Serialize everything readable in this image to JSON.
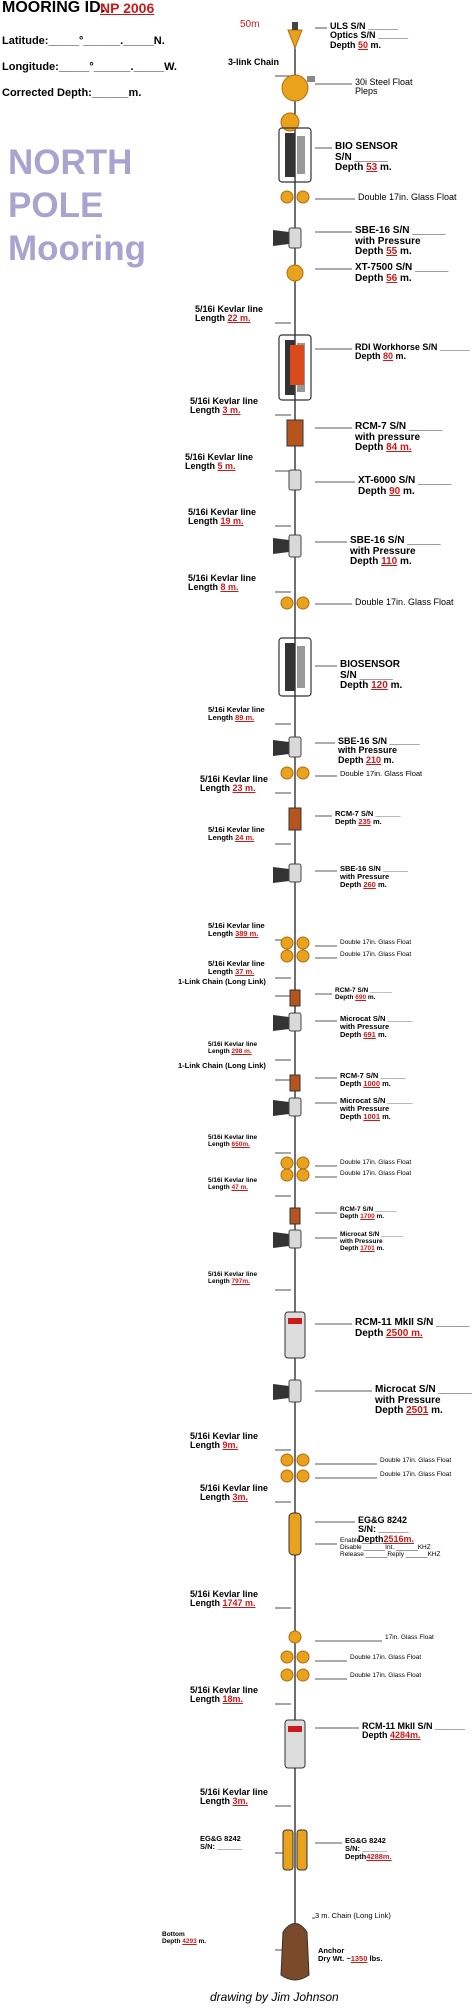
{
  "header": {
    "mooring_id_label": "MOORING ID:",
    "mooring_id_value": "NP 2006",
    "latitude_label": "Latitude:_____°______._____N.",
    "longitude_label": "Longitude:_____°______._____W.",
    "depth_label": "Corrected Depth:______m."
  },
  "title": {
    "line1": "NORTH",
    "line2": "POLE",
    "line3": "Mooring"
  },
  "top_depth": "50m",
  "items": [
    {
      "t1": "ULS S/N ______",
      "t2": "Optics S/N ______",
      "t3": "Depth ",
      "v": "50",
      "u": " m."
    },
    {
      "t1": "3-link Chain"
    },
    {
      "t1": "30i Steel Float",
      "t2": "Pleps"
    },
    {
      "t1": "BIO SENSOR",
      "t2": "S/N ______",
      "t3": "Depth ",
      "v": "53",
      "u": " m."
    },
    {
      "t1": "Double 17in. Glass Float"
    },
    {
      "t1": "SBE-16 S/N ______",
      "t2": "with Pressure",
      "t3": "Depth ",
      "v": "55",
      "u": " m."
    },
    {
      "t1": "XT-7500 S/N ______",
      "t3": "Depth ",
      "v": "56",
      "u": " m."
    },
    {
      "t1": "5/16i Kevlar line",
      "t3": "Length ",
      "v": "22 m."
    },
    {
      "t1": "RDI Workhorse S/N ______",
      "t3": "Depth ",
      "v": "80",
      "u": " m."
    },
    {
      "t1": "5/16i Kevlar line",
      "t3": "Length ",
      "v": "3 m."
    },
    {
      "t1": "RCM-7 S/N ______",
      "t2": "with pressure",
      "t3": "Depth ",
      "v": "84 m."
    },
    {
      "t1": "5/16i Kevlar line",
      "t3": "Length ",
      "v": "5 m."
    },
    {
      "t1": "XT-6000 S/N ______",
      "t3": "Depth ",
      "v": "90",
      "u": " m."
    },
    {
      "t1": "5/16i Kevlar line",
      "t3": "Length ",
      "v": "19 m."
    },
    {
      "t1": "SBE-16 S/N ______",
      "t2": "with Pressure",
      "t3": "Depth ",
      "v": "110",
      "u": " m."
    },
    {
      "t1": "5/16i Kevlar line",
      "t3": "Length ",
      "v": "8 m."
    },
    {
      "t1": "Double 17in. Glass Float"
    },
    {
      "t1": "BIOSENSOR",
      "t2": "S/N ______",
      "t3": "Depth ",
      "v": "120",
      "u": " m."
    },
    {
      "t1": "5/16i Kevlar line",
      "t3": "Length ",
      "v": "89 m."
    },
    {
      "t1": "SBE-16 S/N ______",
      "t2": "with Pressure",
      "t3": "Depth ",
      "v": "210",
      "u": " m."
    },
    {
      "t1": "5/16i Kevlar line",
      "t3": "Length ",
      "v": "23 m."
    },
    {
      "t1": "Double 17in. Glass Float"
    },
    {
      "t1": "5/16i Kevlar line",
      "t3": "Length ",
      "v": "24 m."
    },
    {
      "t1": "RCM-7 S/N ______",
      "t3": "Depth ",
      "v": "235",
      "u": " m."
    },
    {
      "t1": "SBE-16 S/N ______",
      "t2": "with Pressure",
      "t3": "Depth ",
      "v": "260",
      "u": " m."
    },
    {
      "t1": "5/16i Kevlar line",
      "t3": "Length ",
      "v": "389 m."
    },
    {
      "t1": "Double 17in. Glass Float"
    },
    {
      "t1": "Double 17in. Glass Float"
    },
    {
      "t1": "5/16i Kevlar line",
      "t3": "Length ",
      "v": "37 m."
    },
    {
      "t1": "1-Link Chain (Long Link)"
    },
    {
      "t1": "RCM-7 S/N ______",
      "t3": "Depth ",
      "v": "690",
      "u": " m."
    },
    {
      "t1": "Microcat S/N ______",
      "t2": "with Pressure",
      "t3": "Depth ",
      "v": "691",
      "u": " m."
    },
    {
      "t1": "5/16i Kevlar line",
      "t3": "Length ",
      "v": "298 m."
    },
    {
      "t1": "1-Link Chain (Long Link)"
    },
    {
      "t1": "RCM-7 S/N ______",
      "t3": "Depth ",
      "v": "1000",
      "u": " m."
    },
    {
      "t1": "Microcat S/N ______",
      "t2": "with Pressure",
      "t3": "Depth ",
      "v": "1001",
      "u": " m."
    },
    {
      "t1": "5/16i Kevlar line",
      "t3": "Length ",
      "v": "650m."
    },
    {
      "t1": "Double 17in. Glass Float"
    },
    {
      "t1": "Double 17in. Glass Float"
    },
    {
      "t1": "5/16i Kevlar line",
      "t3": "Length ",
      "v": "47 m."
    },
    {
      "t1": "RCM-7 S/N ______",
      "t3": "Depth ",
      "v": "1700",
      "u": " m."
    },
    {
      "t1": "Microcat S/N ______",
      "t2": "with Pressure",
      "t3": "Depth ",
      "v": "1701",
      "u": " m."
    },
    {
      "t1": "5/16i Kevlar line",
      "t3": "Length ",
      "v": "797m."
    },
    {
      "t1": "RCM-11 MkII S/N ______",
      "t3": "Depth ",
      "v": "2500 m."
    },
    {
      "t1": "Microcat S/N ______",
      "t2": "with Pressure",
      "t3": "Depth ",
      "v": "2501",
      "u": " m."
    },
    {
      "t1": "5/16i Kevlar line",
      "t3": "Length ",
      "v": "9m."
    },
    {
      "t1": "Double 17in. Glass Float"
    },
    {
      "t1": "Double 17in. Glass Float"
    },
    {
      "t1": "5/16i Kevlar line",
      "t3": "Length ",
      "v": "3m."
    },
    {
      "t1": "EG&G 8242",
      "t2": "S/N: ______",
      "t3": "Depth",
      "v": "2516m."
    },
    {
      "t1": "Enable ______",
      "t2": "Disable ______Int. ______KHZ",
      "t3": "Release ______Reply ______KHZ"
    },
    {
      "t1": "5/16i Kevlar line",
      "t3": "Length ",
      "v": "1747 m."
    },
    {
      "t1": "17in. Glass Float"
    },
    {
      "t1": "Double 17in. Glass Float"
    },
    {
      "t1": "Double 17in. Glass Float"
    },
    {
      "t1": "5/16i Kevlar line",
      "t3": "Length ",
      "v": "18m."
    },
    {
      "t1": "RCM-11 MkII S/N ______",
      "t3": "Depth ",
      "v": "4284m."
    },
    {
      "t1": "5/16i Kevlar line",
      "t3": "Length ",
      "v": "3m."
    },
    {
      "t1": "EG&G 8242",
      "t2": "S/N: ______"
    },
    {
      "t1": "EG&G 8242",
      "t2": "S/N: ______",
      "t3": "Depth",
      "v": "4288m."
    },
    {
      "t1": "3 m. Chain (Long Link)"
    },
    {
      "t1": "Bottom",
      "t3": "Depth ",
      "v": "4293",
      "u": " m."
    },
    {
      "t1": "Anchor",
      "t3": "Dry Wt. ~",
      "v": "1350",
      "u": " lbs."
    }
  ],
  "signature": "drawing by Jim Johnson",
  "colors": {
    "float": "#e8a21c",
    "float_dark": "#b56a10",
    "red": "#cc1a1a",
    "title": "#a8a4cf",
    "instrument": "#333333"
  }
}
